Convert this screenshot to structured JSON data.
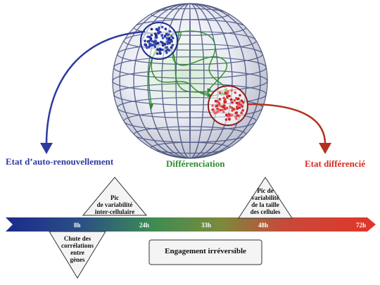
{
  "labels": {
    "self_renewal": "Etat d’auto-renouvellement",
    "differentiation": "Différenciation",
    "differentiated": "Etat différencié"
  },
  "colors": {
    "self_renewal": "#2e3a9e",
    "differentiation": "#2e8b2e",
    "differentiated": "#d42a1e",
    "globe_grid": "#2d3a6e"
  },
  "timeline": {
    "ticks": [
      "8h",
      "24h",
      "33h",
      "48h",
      "72h"
    ]
  },
  "annotations": {
    "peak_intercellular": "Pic\nde variabilité\ninter-cellulaire",
    "peak_cell_size": "Pic de\nvariabilité\nde la taille\ndes cellules",
    "correlation_drop": "Chute des\ncorrélations\nentre\ngènes",
    "engagement": "Engagement irréversible"
  }
}
